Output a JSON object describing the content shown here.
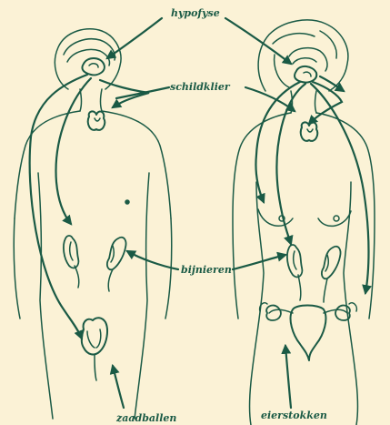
{
  "labels": {
    "pituitary": "hypofyse",
    "thyroid": "schildklier",
    "adrenals": "bijnieren",
    "testes": "zaadballen",
    "ovaries": "eierstokken"
  },
  "colors": {
    "background": "#fbf2d6",
    "ink": "#1a5a45"
  }
}
